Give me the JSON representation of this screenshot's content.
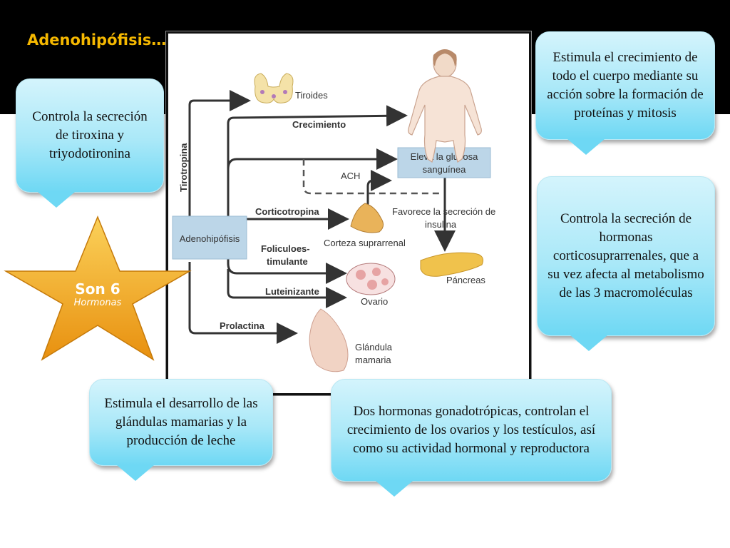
{
  "slide": {
    "title": "Adenohipófisis…"
  },
  "callouts": {
    "thyroid": "Controla la secreción de tiroxina y triyodotironina",
    "growth": "Estimula el crecimiento de todo el cuerpo mediante su acción sobre la formación de proteínas y mitosis",
    "cortico": "Controla la secreción de hormonas corticosuprarrenales, que a su vez afecta al metabolismo de las 3 macromoléculas",
    "prolactin": "Estimula el desarrollo de las glándulas mamarias y la producción de leche",
    "gonado": "Dos hormonas gonadotrópicas, controlan el crecimiento de los ovarios y los testículos, así como su actividad hormonal y reproductora"
  },
  "star": {
    "main": "Son 6",
    "sub": "Hormonas",
    "color": "#f2a81d"
  },
  "diagram": {
    "source": "Adenohipófisis",
    "targets": {
      "thyroid": "Tiroides",
      "body": "",
      "glucose_line1": "Eleva la glucosa",
      "glucose_line2": "sanguínea",
      "adrenal": "Corteza suprarrenal",
      "insulin_line1": "Favorece la secreción de",
      "insulin_line2": "insulina",
      "pancreas": "Páncreas",
      "ovary": "Ovario",
      "mammary_line1": "Glándula",
      "mammary_line2": "mamaria"
    },
    "hormones": {
      "tirotropina": "Tirotropina",
      "crecimiento": "Crecimiento",
      "ach": "ACH",
      "corticotropina": "Corticotropina",
      "foliculo_line1": "Foliculoes-",
      "foliculo_line2": "timulante",
      "luteinizante": "Luteinizante",
      "prolactina": "Prolactina"
    }
  },
  "colors": {
    "callout_top": "#d4f4fc",
    "callout_bottom": "#6ed8f4",
    "title": "#f5b800",
    "box_fill": "#bcd6e8"
  }
}
